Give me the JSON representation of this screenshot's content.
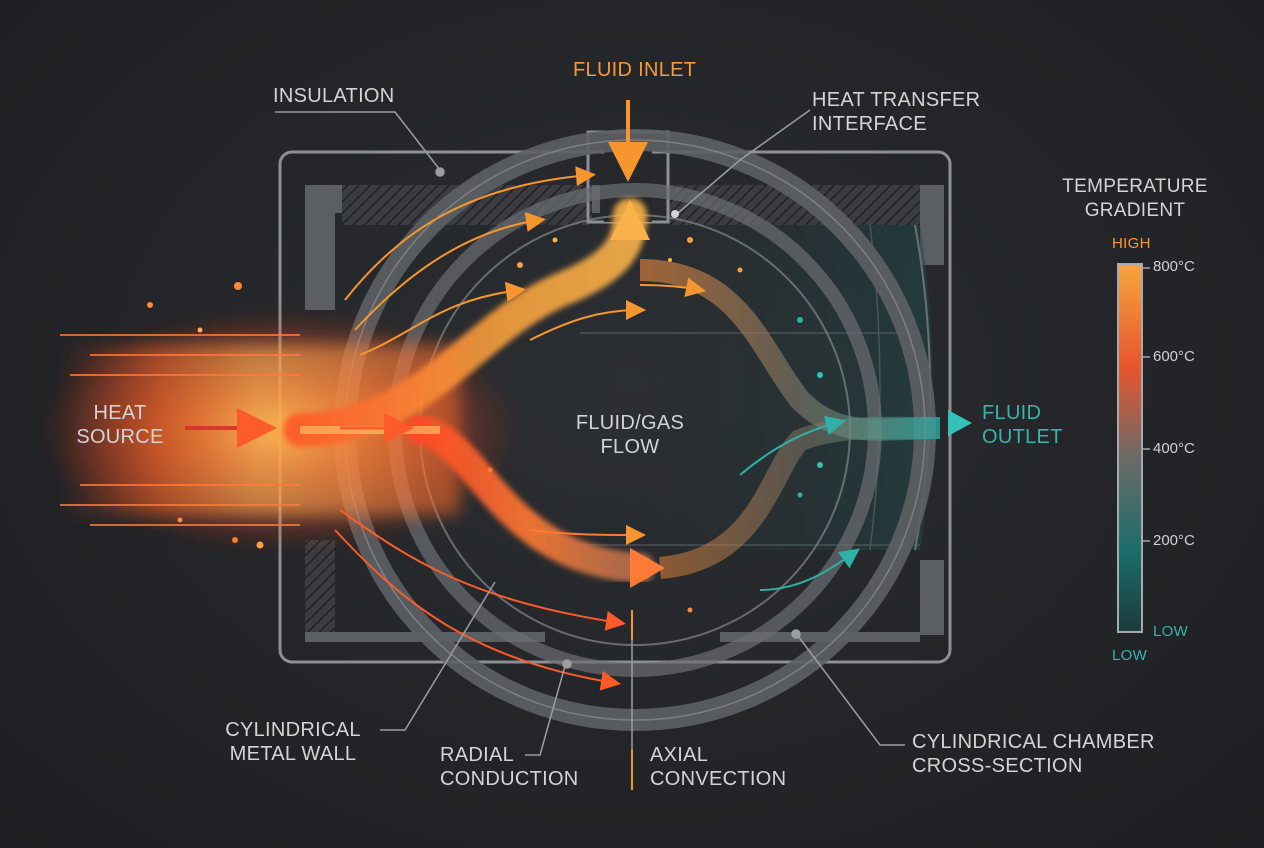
{
  "labels": {
    "fluid_inlet": "FLUID INLET",
    "insulation": "INSULATION",
    "heat_transfer_interface": "HEAT TRANSFER\nINTERFACE",
    "heat_source": "HEAT\nSOURCE",
    "fluid_gas_flow": "FLUID/GAS\nFLOW",
    "fluid_outlet": "FLUID\nOUTLET",
    "cylindrical_metal_wall": "CYLINDRICAL\nMETAL WALL",
    "radial_conduction": "RADIAL\nCONDUCTION",
    "axial_convection": "AXIAL\nCONVECTION",
    "chamber_cross_section": "CYLINDRICAL CHAMBER\nCROSS-SECTION"
  },
  "temperature_scale": {
    "title": "TEMPERATURE\nGRADIENT",
    "high_label": "HIGH",
    "low_label_inner": "LOW",
    "low_label_outer": "LOW",
    "ticks": [
      "800°C",
      "600°C",
      "400°C",
      "200°C"
    ],
    "colors": {
      "high": "#f6a53e",
      "mid_high": "#e8552e",
      "mid": "#6e6a66",
      "low": "#1a6e6c",
      "bottom": "#1c3a3c"
    }
  },
  "colors": {
    "hot": "#ff6a2a",
    "warm": "#f6a040",
    "cool": "#2fb0a8",
    "wall": "#5d6064",
    "line": "#9a9da1"
  }
}
